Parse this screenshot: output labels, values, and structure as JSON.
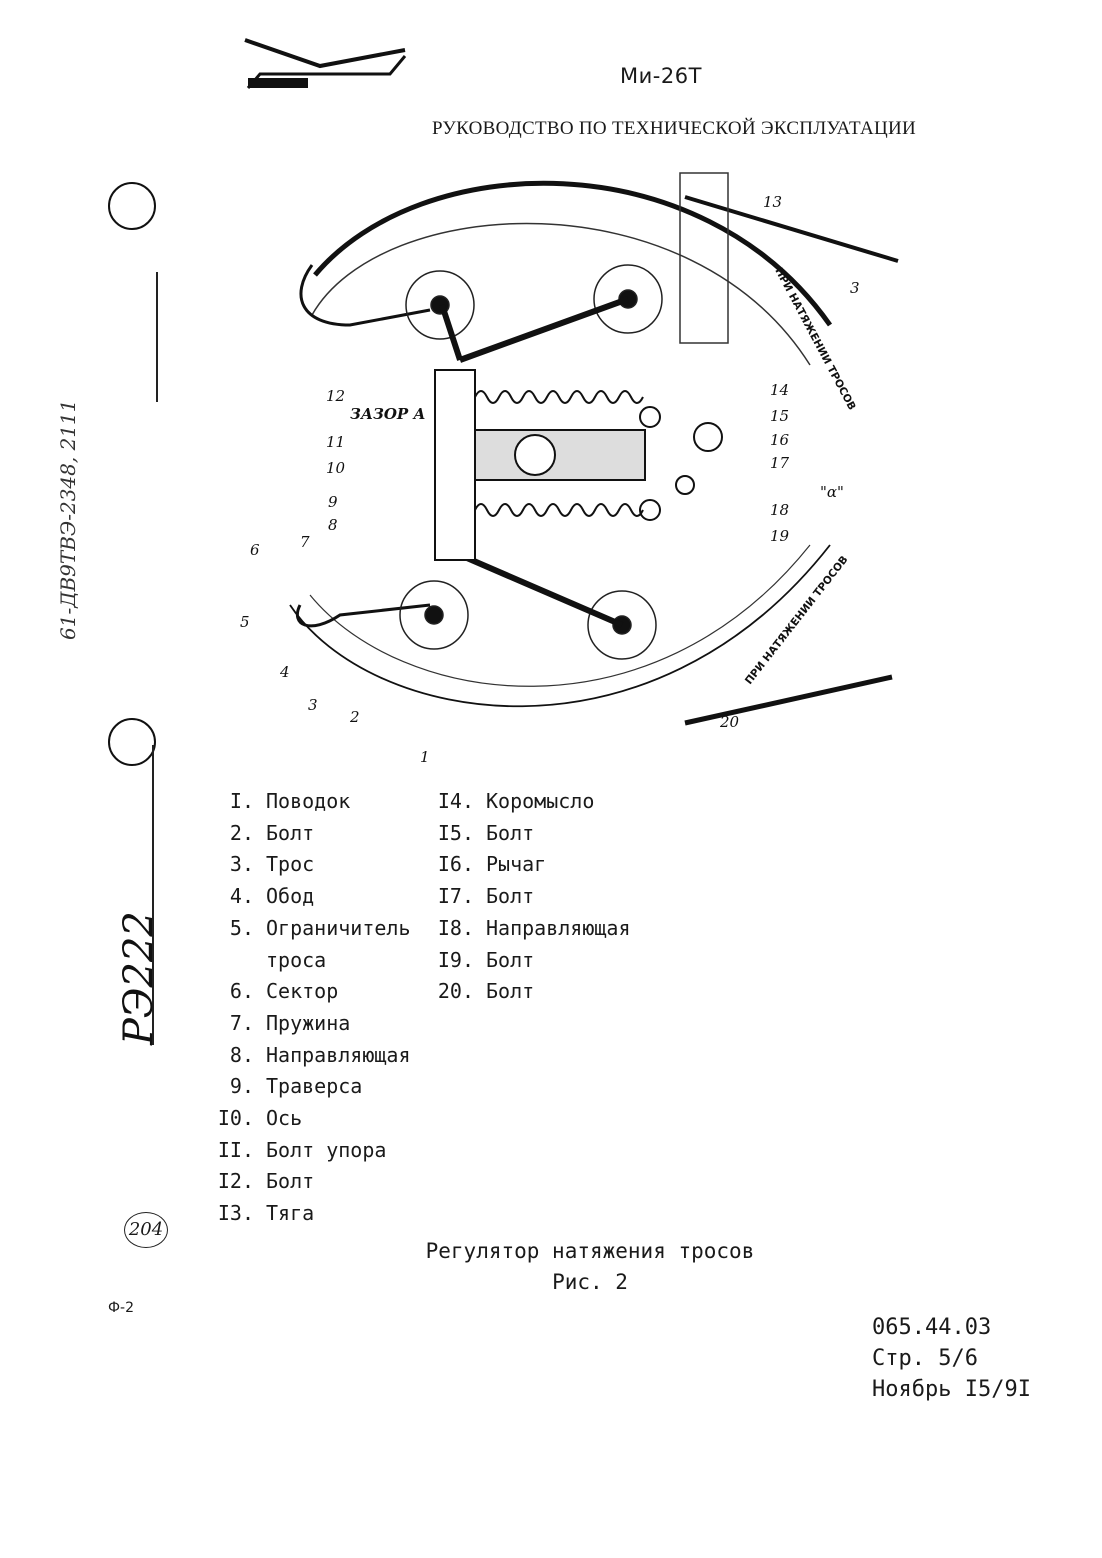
{
  "header": {
    "model": "Ми-26Т",
    "manual_title": "РУКОВОДСТВО ПО ТЕХНИЧЕСКОЙ ЭКСПЛУАТАЦИИ"
  },
  "margin": {
    "handwritten_note": "61-ДВ9ТВЭ-2348, 2111",
    "handwritten_code": "РЭ222"
  },
  "figure": {
    "callouts": [
      "1",
      "2",
      "3",
      "4",
      "5",
      "6",
      "7",
      "8",
      "9",
      "10",
      "11",
      "12",
      "13",
      "14",
      "15",
      "16",
      "17",
      "18",
      "19",
      "20"
    ],
    "gap_label": "ЗАЗОР А",
    "angle_label": "\"α\"",
    "arc_text_upper": "ПРИ НАТЯЖЕНИИ ТРОСОВ",
    "arc_text_lower": "ПРИ НАТЯЖЕНИИ ТРОСОВ",
    "callout_3_upper": "3"
  },
  "legend": {
    "left": [
      {
        "num": "I.",
        "text": "Поводок"
      },
      {
        "num": "2.",
        "text": "Болт"
      },
      {
        "num": "3.",
        "text": "Трос"
      },
      {
        "num": "4.",
        "text": "Обод"
      },
      {
        "num": "5.",
        "text": "Ограничитель",
        "cont": "троса"
      },
      {
        "num": "6.",
        "text": "Сектор"
      },
      {
        "num": "7.",
        "text": "Пружина"
      },
      {
        "num": "8.",
        "text": "Направляющая"
      },
      {
        "num": "9.",
        "text": "Траверса"
      },
      {
        "num": "I0.",
        "text": "Ось"
      },
      {
        "num": "II.",
        "text": "Болт упора"
      },
      {
        "num": "I2.",
        "text": "Болт"
      },
      {
        "num": "I3.",
        "text": "Тяга"
      }
    ],
    "right": [
      {
        "num": "I4.",
        "text": "Коромысло"
      },
      {
        "num": "I5.",
        "text": "Болт"
      },
      {
        "num": "I6.",
        "text": "Рычаг"
      },
      {
        "num": "I7.",
        "text": "Болт"
      },
      {
        "num": "I8.",
        "text": "Направляющая"
      },
      {
        "num": "I9.",
        "text": "Болт"
      },
      {
        "num": "20.",
        "text": "Болт"
      }
    ]
  },
  "caption": {
    "title": "Регулятор натяжения тросов",
    "figure": "Рис. 2"
  },
  "footer": {
    "doc_number": "065.44.03",
    "page": "Стр. 5/6",
    "date": "Ноябрь I5/9I",
    "page_stamp": "204",
    "form_code": "Ф-2"
  }
}
